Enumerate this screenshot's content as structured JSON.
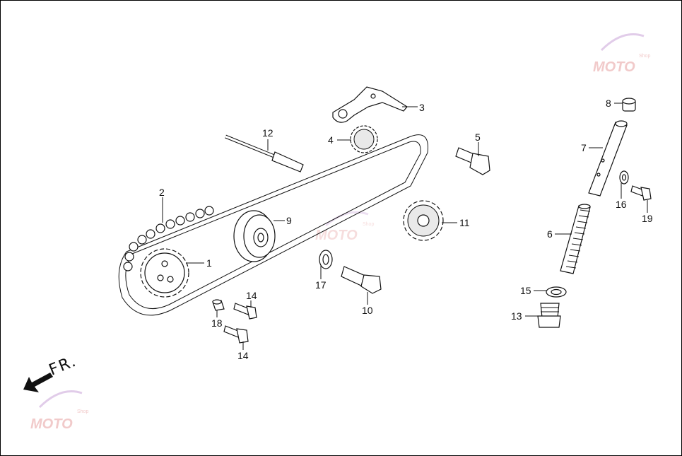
{
  "diagram": {
    "direction_label": "FR.",
    "watermark": {
      "text": "MOTO",
      "subtext": "Shop"
    },
    "parts": [
      {
        "id": "p1",
        "label": "1"
      },
      {
        "id": "p2",
        "label": "2"
      },
      {
        "id": "p3",
        "label": "3"
      },
      {
        "id": "p4",
        "label": "4"
      },
      {
        "id": "p5",
        "label": "5"
      },
      {
        "id": "p6",
        "label": "6"
      },
      {
        "id": "p7",
        "label": "7"
      },
      {
        "id": "p8",
        "label": "8"
      },
      {
        "id": "p9",
        "label": "9"
      },
      {
        "id": "p10",
        "label": "10"
      },
      {
        "id": "p11",
        "label": "11"
      },
      {
        "id": "p12",
        "label": "12"
      },
      {
        "id": "p13",
        "label": "13"
      },
      {
        "id": "p14a",
        "label": "14"
      },
      {
        "id": "p14b",
        "label": "14"
      },
      {
        "id": "p15",
        "label": "15"
      },
      {
        "id": "p16",
        "label": "16"
      },
      {
        "id": "p17",
        "label": "17"
      },
      {
        "id": "p18",
        "label": "18"
      },
      {
        "id": "p19",
        "label": "19"
      }
    ]
  }
}
